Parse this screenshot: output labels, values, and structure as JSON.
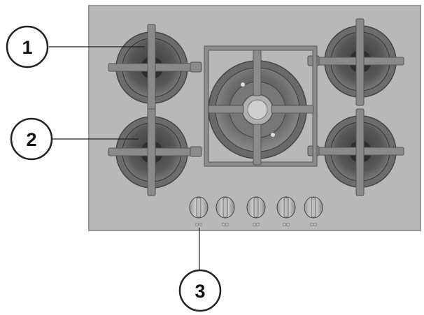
{
  "diagram": {
    "callouts": [
      {
        "label": "1"
      },
      {
        "label": "2"
      },
      {
        "label": "3"
      }
    ],
    "knobs": [
      {
        "icon": "burner-symbol-icon"
      },
      {
        "icon": "burner-symbol-icon"
      },
      {
        "icon": "burner-symbol-icon"
      },
      {
        "icon": "burner-symbol-icon"
      },
      {
        "icon": "burner-symbol-icon"
      }
    ],
    "colors": {
      "hob": "#b9b9b9",
      "grate": "#8b8b8b",
      "burner_dark": "#4a4a4a",
      "outline": "#222222"
    }
  }
}
